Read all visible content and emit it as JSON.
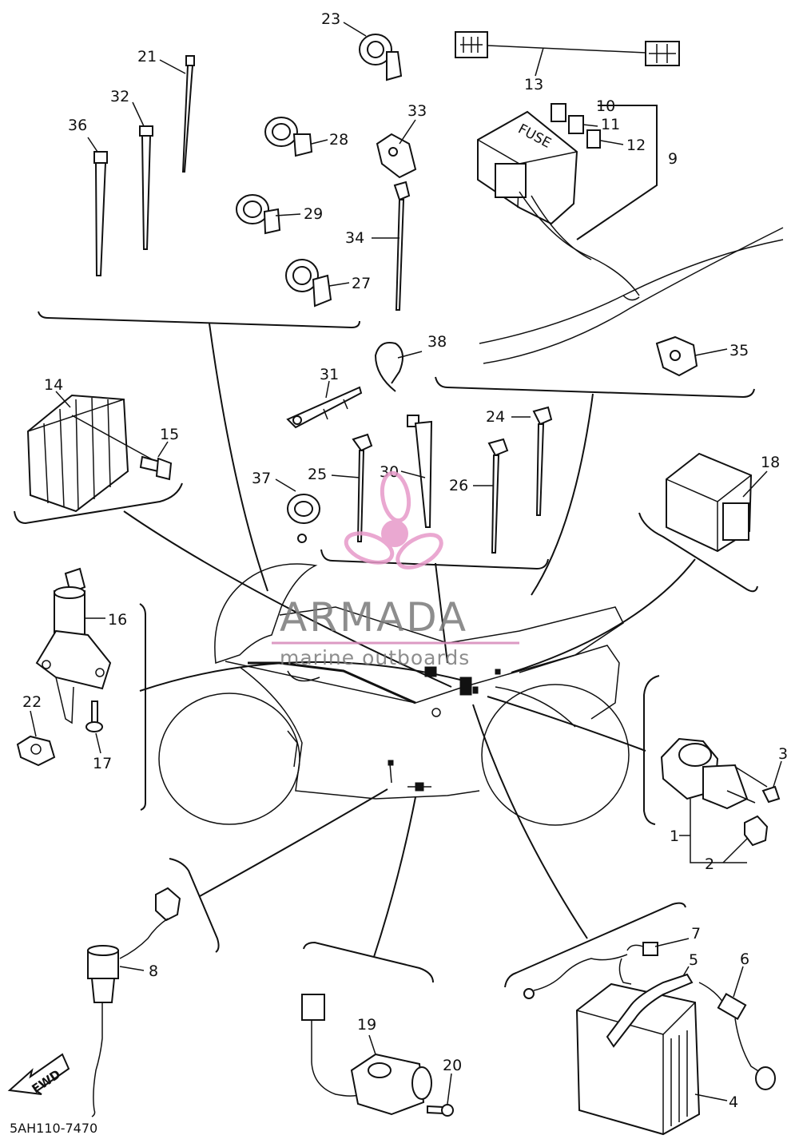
{
  "diagram": {
    "drawing_code": "5AH110-7470",
    "fuse_box_text": "FUSE",
    "direction_arrow_text": "FWD",
    "watermark": {
      "brand": "ARMADA",
      "tagline": "marine outboards"
    },
    "callouts": {
      "c1": "1",
      "c2": "2",
      "c3": "3",
      "c4": "4",
      "c5": "5",
      "c6": "6",
      "c7": "7",
      "c8": "8",
      "c9": "9",
      "c10": "10",
      "c11": "11",
      "c12": "12",
      "c13": "13",
      "c14": "14",
      "c15": "15",
      "c16": "16",
      "c17": "17",
      "c18": "18",
      "c19": "19",
      "c20": "20",
      "c21": "21",
      "c22": "22",
      "c23": "23",
      "c24": "24",
      "c25": "25",
      "c26": "26",
      "c27": "27",
      "c28": "28",
      "c29": "29",
      "c30": "30",
      "c31": "31",
      "c32": "32",
      "c33": "33",
      "c34": "34",
      "c35": "35",
      "c36": "36",
      "c37": "37",
      "c38": "38"
    }
  }
}
